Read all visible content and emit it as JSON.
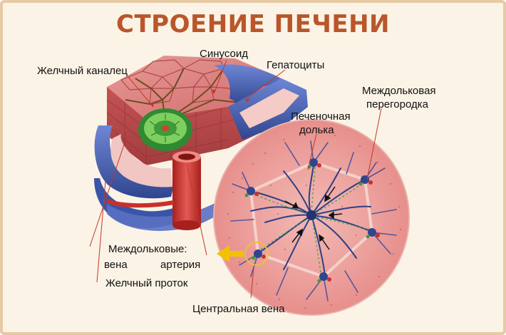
{
  "title": "СТРОЕНИЕ ПЕЧЕНИ",
  "labels": {
    "bile_canaliculus": "Желчный каналец",
    "sinusoid": "Синусоид",
    "hepatocytes": "Гепатоциты",
    "interlobular_septum_line1": "Междольковая",
    "interlobular_septum_line2": "перегородка",
    "hepatic_lobule_line1": "Печеночная",
    "hepatic_lobule_line2": "долька",
    "interlobular": "Междольковые:",
    "vein": "вена",
    "artery": "артерия",
    "bile_duct": "Желчный проток",
    "central_vein": "Центральная вена"
  },
  "colors": {
    "title": "#b9562a",
    "frame_border": "#e7c9a3",
    "background": "#fbf3e6",
    "tissue": "#d96b6e",
    "vein": "#4b64b8",
    "artery": "#c8302c",
    "bile": "#3d9b3a",
    "pointer": "#f2c200"
  }
}
